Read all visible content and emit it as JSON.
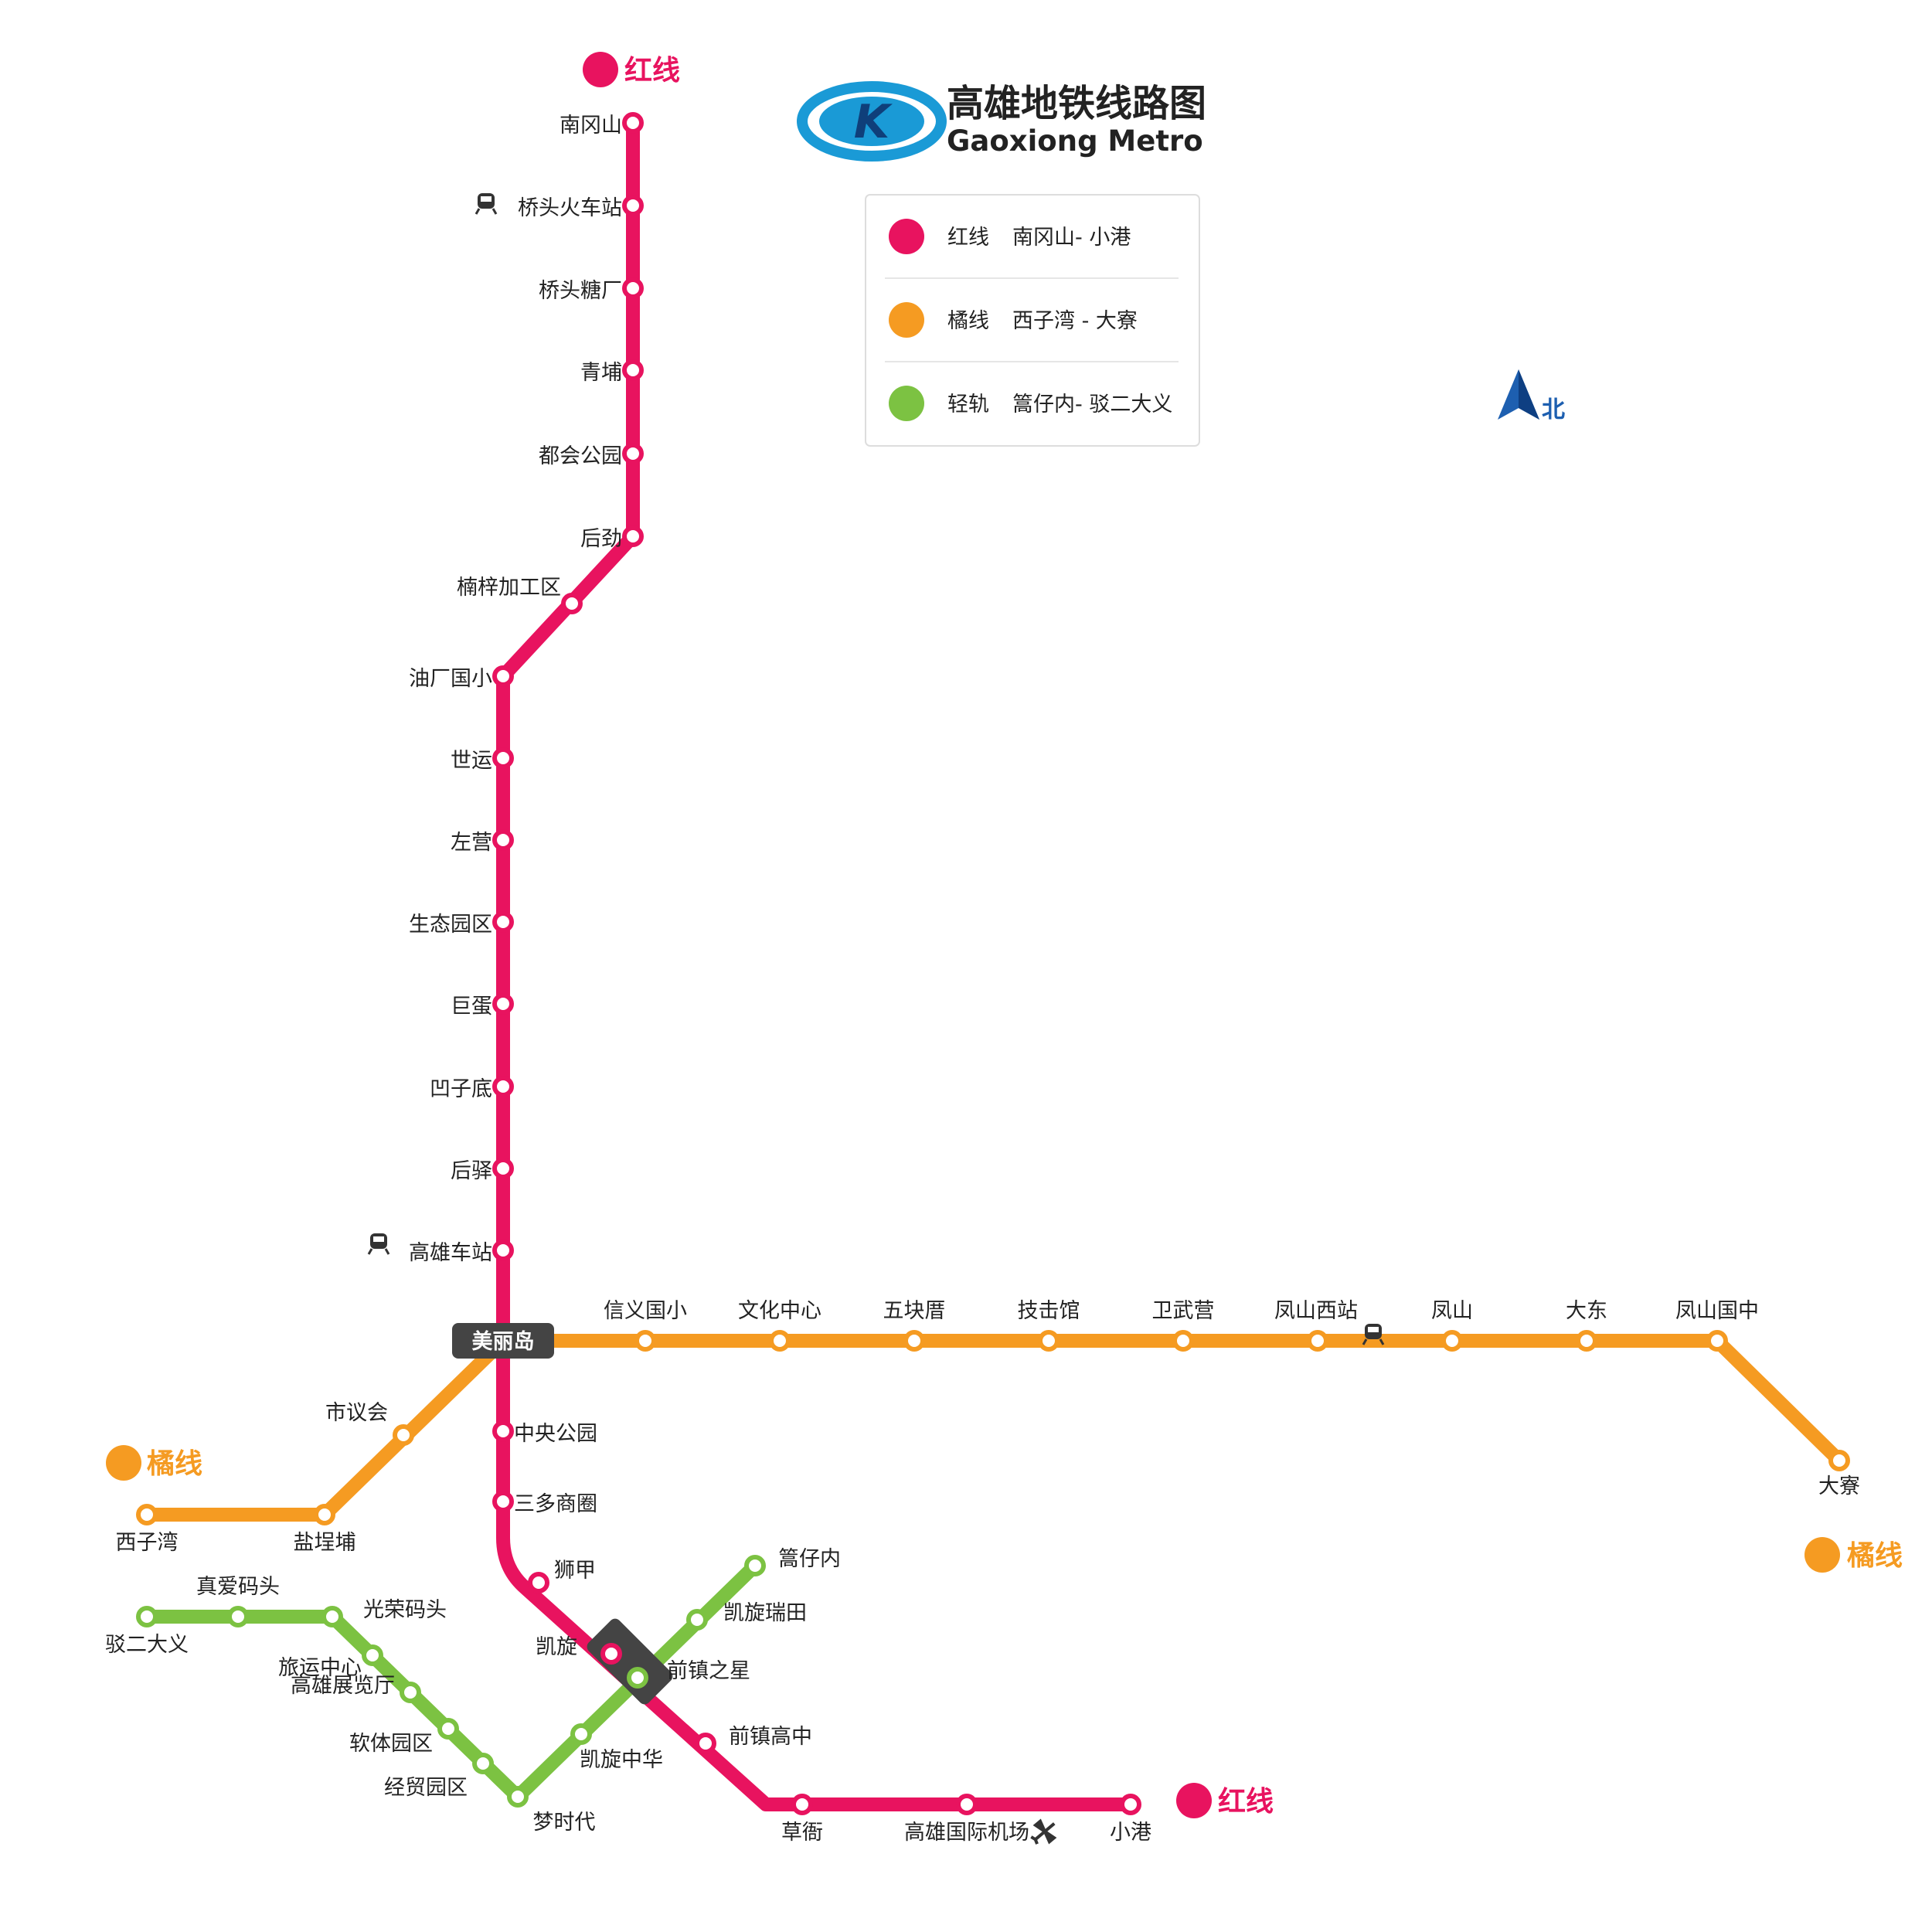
{
  "title": {
    "cn": "高雄地铁线路图",
    "en": "Gaoxiong Metro",
    "logo_letter": "K"
  },
  "colors": {
    "red": "#e8135f",
    "orange": "#f59b22",
    "green": "#7cc242",
    "hub": "#444444",
    "north": "#1d5fb0",
    "logo": "#1a9ad6"
  },
  "legend": [
    {
      "color": "#e8135f",
      "line": "红线",
      "route": "南冈山- 小港"
    },
    {
      "color": "#f59b22",
      "line": "橘线",
      "route": "西子湾 - 大寮"
    },
    {
      "color": "#7cc242",
      "line": "轻轨",
      "route": "篙仔内- 驳二大义"
    }
  ],
  "north": "北",
  "terminal_labels": {
    "red_north": "红线",
    "red_south": "红线",
    "orange_west": "橘线",
    "orange_east": "橘线"
  },
  "hub_label": "美丽岛",
  "icons": {
    "train": "train-icon",
    "airport": "airplane-icon"
  },
  "lines": {
    "red": {
      "name": "红线",
      "stations": [
        "南冈山",
        "桥头火车站",
        "桥头糖厂",
        "青埔",
        "都会公园",
        "后劲",
        "楠梓加工区",
        "油厂国小",
        "世运",
        "左营",
        "生态园区",
        "巨蛋",
        "凹子底",
        "后驿",
        "高雄车站",
        "美丽岛",
        "中央公园",
        "三多商圈",
        "狮甲",
        "凯旋",
        "前镇高中",
        "草衙",
        "高雄国际机场",
        "小港"
      ]
    },
    "orange": {
      "name": "橘线",
      "stations": [
        "西子湾",
        "盐埕埔",
        "市议会",
        "美丽岛",
        "信义国小",
        "文化中心",
        "五块厝",
        "技击馆",
        "卫武营",
        "凤山西站",
        "凤山",
        "大东",
        "凤山国中",
        "大寮"
      ]
    },
    "green": {
      "name": "轻轨",
      "stations": [
        "驳二大义",
        "真爱码头",
        "光荣码头",
        "旅运中心",
        "高雄展览厅",
        "软体园区",
        "经贸园区",
        "梦时代",
        "凯旋中华",
        "前镇之星",
        "凯旋瑞田",
        "篙仔内"
      ]
    }
  }
}
